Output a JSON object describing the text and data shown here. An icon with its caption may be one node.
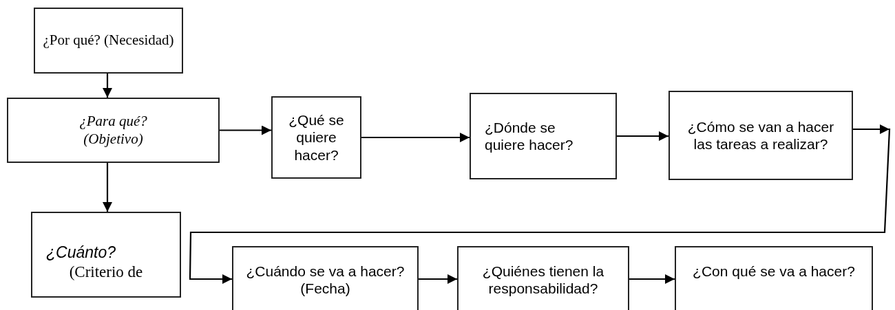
{
  "diagram": {
    "nodes": [
      {
        "text": [
          "¿Por qué? (Necesidad)"
        ]
      },
      {
        "text": [
          "¿Para qué? (Objetivo)"
        ]
      },
      {
        "text": [
          "¿Qué se quiere hacer?"
        ]
      },
      {
        "text": [
          "¿Dónde se quiere hacer?"
        ]
      },
      {
        "text": [
          "¿Cómo se van  a hacer las tareas a realizar?"
        ]
      },
      {
        "text": [
          "¿Cuánto?",
          "(Criterio de"
        ]
      },
      {
        "text": [
          "¿Cuándo se va a hacer? (Fecha)"
        ]
      },
      {
        "text": [
          "¿Quiénes tienen la responsabilidad?"
        ]
      },
      {
        "text": [
          "¿Con qué se va a hacer?"
        ]
      }
    ],
    "edges": [
      {
        "from": 0,
        "to": 1,
        "arrow": "to"
      },
      {
        "from": 1,
        "to": 2,
        "arrow": "to"
      },
      {
        "from": 2,
        "to": 3,
        "arrow": "to"
      },
      {
        "from": 3,
        "to": 4,
        "arrow": "to"
      },
      {
        "from": 1,
        "to": 5,
        "arrow": "to"
      },
      {
        "from": 4,
        "to": 6,
        "arrow": "to"
      },
      {
        "from": 6,
        "to": 7,
        "arrow": "to"
      },
      {
        "from": 7,
        "to": 8,
        "arrow": "to"
      }
    ]
  }
}
